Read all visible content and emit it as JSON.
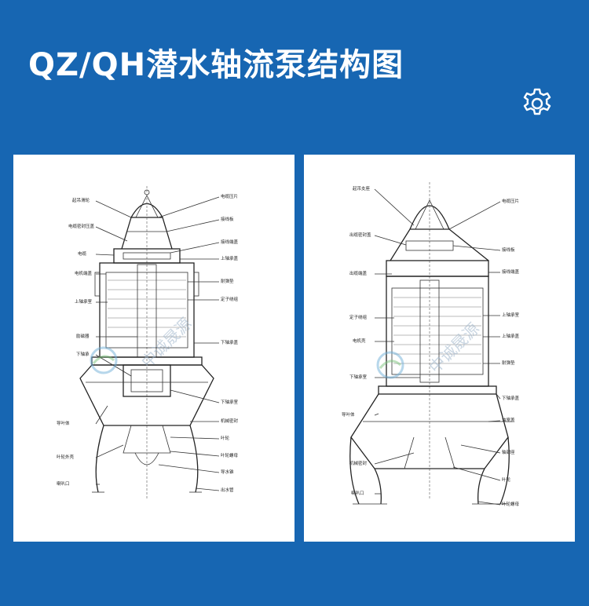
{
  "header": {
    "title": "QZ/QH潜水轴流泵结构图"
  },
  "icons": {
    "settings": "gear-icon"
  },
  "watermark": {
    "text": "中诚晟源"
  },
  "left_diagram": {
    "labels_left": [
      "起吊滑轮",
      "电缆密封压盖",
      "电缆",
      "电机端盖",
      "上轴承室",
      "励磁器",
      "下轴承",
      "导叶体",
      "叶轮外壳",
      "喇叭口"
    ],
    "labels_right": [
      "电缆压片",
      "接线板",
      "接线端盖",
      "上轴承盖",
      "耐弹垫",
      "定子绕组",
      "下轴承盖",
      "下轴承室",
      "机械密封",
      "叶轮",
      "叶轮螺母",
      "导水锥",
      "出水管"
    ]
  },
  "right_diagram": {
    "labels_left": [
      "起吊支座",
      "出缆密封盖",
      "出缆端盖",
      "定子绕组",
      "电机壳",
      "下轴承室",
      "导叶体",
      "机械密封",
      "喇叭口"
    ],
    "labels_right": [
      "电缆压片",
      "接线板",
      "接线端盖",
      "上轴承室",
      "上轴承盖",
      "耐弹垫",
      "下轴承盖",
      "油室盖",
      "轴封座",
      "叶轮",
      "叶轮螺母"
    ]
  }
}
